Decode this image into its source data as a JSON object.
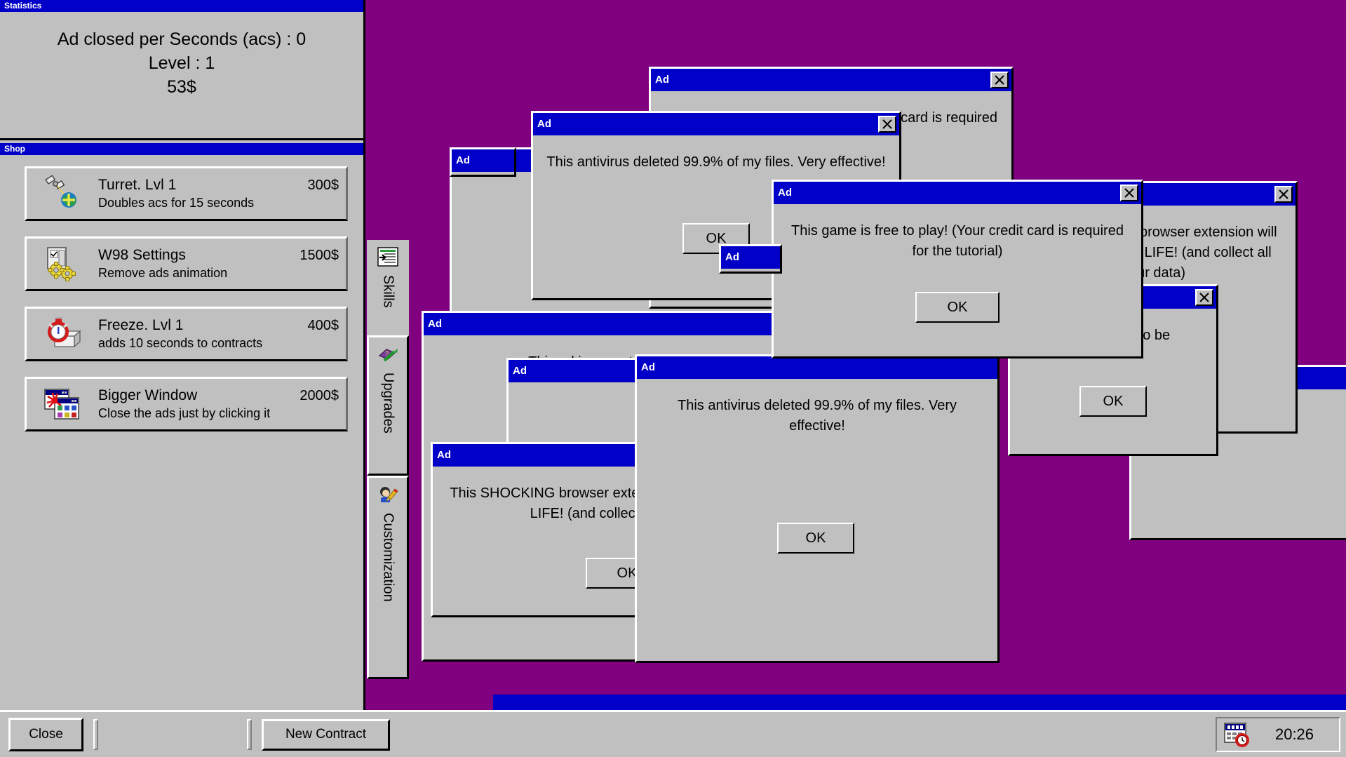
{
  "desktop": {
    "background_color": "#800080"
  },
  "statistics": {
    "title": "Statistics",
    "acs_line": "Ad closed per Seconds (acs) : 0",
    "level_line": "Level : 1",
    "money_line": "53$"
  },
  "shop": {
    "title": "Shop",
    "items": [
      {
        "icon": "satellite-turret-icon",
        "name": "Turret. Lvl 1",
        "price": "300$",
        "desc": "Doubles acs for 15 seconds"
      },
      {
        "icon": "settings-gears-icon",
        "name": "W98 Settings",
        "price": "1500$",
        "desc": "Remove ads animation"
      },
      {
        "icon": "stopwatch-freeze-icon",
        "name": "Freeze. Lvl 1",
        "price": "400$",
        "desc": "adds 10 seconds to contracts"
      },
      {
        "icon": "windows-stack-icon",
        "name": "Bigger Window",
        "price": "2000$",
        "desc": "Close the ads just by clicking it"
      }
    ]
  },
  "tabs": [
    {
      "label": "Skills",
      "icon": "skills-list-icon",
      "selected": false
    },
    {
      "label": "Upgrades",
      "icon": "upgrades-book-icon",
      "selected": true
    },
    {
      "label": "Customization",
      "icon": "customization-pencil-icon",
      "selected": true
    }
  ],
  "taskbar": {
    "close_label": "Close",
    "new_contract_label": "New Contract",
    "clock": "20:26",
    "tray_icon": "calendar-clock-icon"
  },
  "ads": {
    "title": "Ad",
    "ok_label": "OK",
    "close_icon": "close-x-icon",
    "windows": [
      {
        "id": "ad-credit-card-top",
        "msg": "This game is free to play! (Your credit card is required for the tutorial)"
      },
      {
        "id": "ad-antivirus-1",
        "msg": "This antivirus deleted 99.9% of my files. Very effective!"
      },
      {
        "id": "ad-life-change",
        "msg": "This SHOCKING browser extension will CHANGE YOUR LIFE! (and collect all your data)"
      },
      {
        "id": "ad-going-to-be",
        "msg": "This is going to be"
      },
      {
        "id": "ad-credit-card-mid",
        "msg": "This game is free to play! (Your credit card is required for the tutorial)"
      },
      {
        "id": "ad-antivirus-2",
        "msg": "This antivirus deleted 99.9% of my files. Very effective!"
      },
      {
        "id": "ad-waste-of-time",
        "msg": "This ad is a waste of time. Click here to find out why!"
      },
      {
        "id": "ad-shocking-browser",
        "msg": "This SHOCKING browser extension will CHANGE YOUR LIFE! (and collect all your data)"
      },
      {
        "id": "ad-blank-1",
        "msg": "Th"
      },
      {
        "id": "ad-blank-2",
        "msg": ""
      },
      {
        "id": "ad-blank-3",
        "msg": ""
      },
      {
        "id": "ad-blank-4",
        "msg": ""
      },
      {
        "id": "ad-blank-5",
        "msg": ""
      }
    ]
  }
}
